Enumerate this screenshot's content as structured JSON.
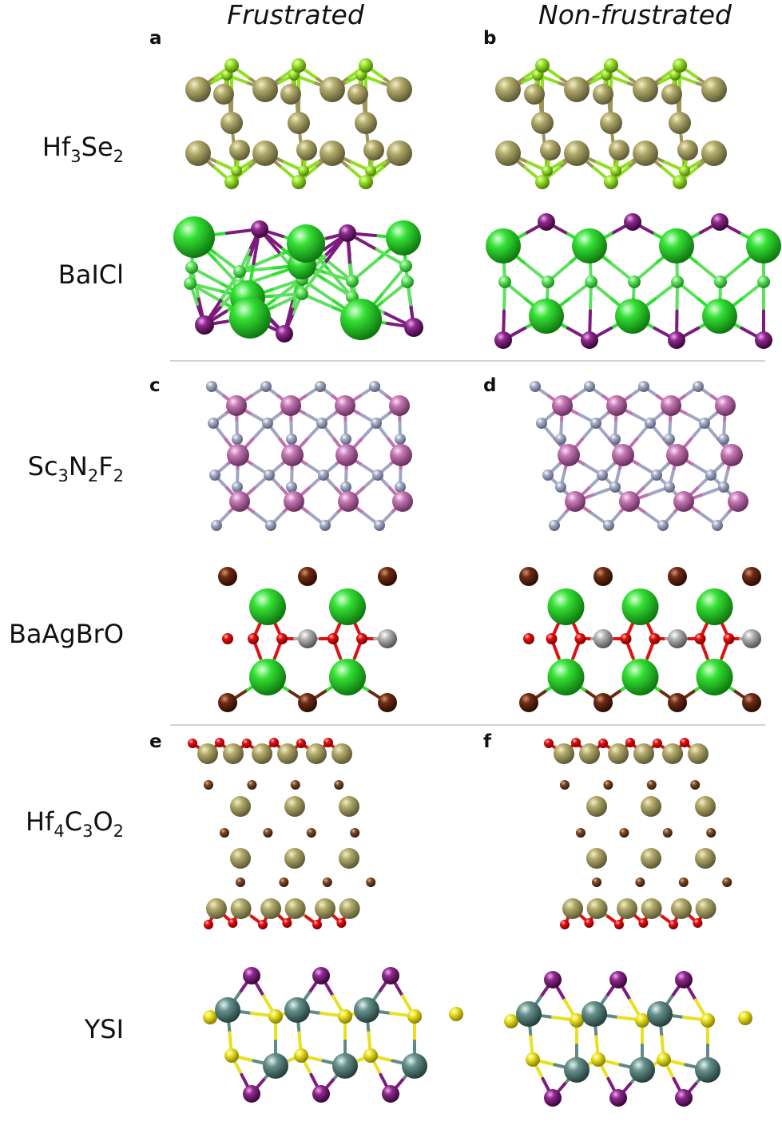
{
  "column_titles": {
    "left": "Frustrated",
    "right": "Non-frustrated"
  },
  "panel_letters": [
    "a",
    "b",
    "c",
    "d",
    "e",
    "f"
  ],
  "rows": [
    {
      "id": "hf3se2",
      "label": {
        "parts": [
          {
            "t": "Hf"
          },
          {
            "t": "3",
            "sub": true
          },
          {
            "t": "Se"
          },
          {
            "t": "2",
            "sub": true
          }
        ]
      }
    },
    {
      "id": "baicl",
      "label": {
        "parts": [
          {
            "t": "BaICl"
          }
        ]
      }
    },
    {
      "id": "sc3n2f2",
      "label": {
        "parts": [
          {
            "t": "Sc"
          },
          {
            "t": "3",
            "sub": true
          },
          {
            "t": "N"
          },
          {
            "t": "2",
            "sub": true
          },
          {
            "t": "F"
          },
          {
            "t": "2",
            "sub": true
          }
        ]
      }
    },
    {
      "id": "baagbro",
      "label": {
        "parts": [
          {
            "t": "BaAgBrO"
          }
        ]
      }
    },
    {
      "id": "hf4c3o2",
      "label": {
        "parts": [
          {
            "t": "Hf"
          },
          {
            "t": "4",
            "sub": true
          },
          {
            "t": "C"
          },
          {
            "t": "3",
            "sub": true
          },
          {
            "t": "O"
          },
          {
            "t": "2",
            "sub": true
          }
        ]
      }
    },
    {
      "id": "ysi",
      "label": {
        "parts": [
          {
            "t": "YSI"
          }
        ]
      }
    }
  ],
  "atom_colors": {
    "hf": "#9c9458",
    "se": "#8fe01f",
    "ba": "#2ee02e",
    "i": "#7d1a7d",
    "cl": "#5ee05e",
    "sc": "#c070b0",
    "n": "#a0a6c2",
    "ag": "#a9a9a9",
    "br": "#6b2a12",
    "o": "#e01010",
    "c": "#7a4a28",
    "y": "#5f8a85",
    "s": "#e8e020"
  }
}
